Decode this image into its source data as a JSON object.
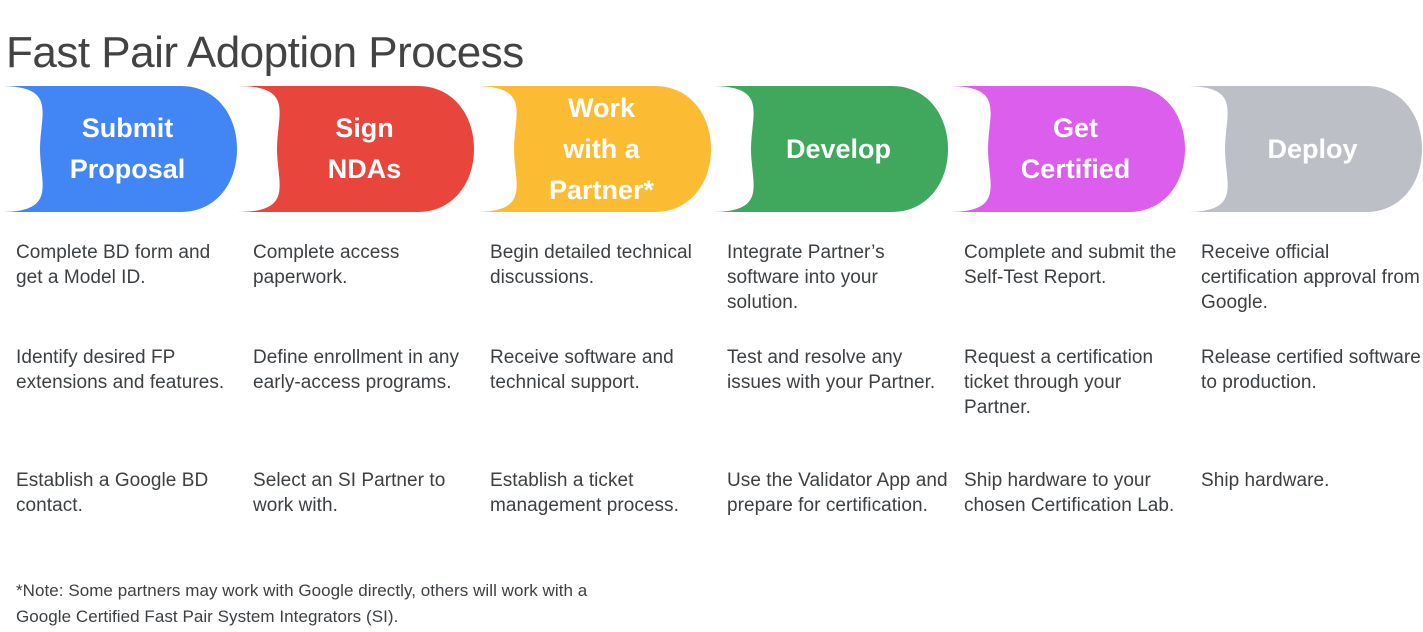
{
  "title": "Fast Pair Adoption Process",
  "colors": {
    "title_text": "#434343",
    "body_text": "#3c4043",
    "banner_text": "#ffffff",
    "stage_submit_proposal": "#4285F4",
    "stage_sign_ndas": "#E8453C",
    "stage_work_with_a_partner": "#FBBC34",
    "stage_develop": "#3FA85C",
    "stage_get_certified": "#DB5FEC",
    "stage_deploy": "#BCC0C6",
    "background": "#ffffff"
  },
  "stages": [
    {
      "label": "Submit\nProposal",
      "color": "#4285F4",
      "items": [
        "Complete BD form and get a Model ID.",
        "Identify desired FP extensions and features.",
        "Establish a Google BD contact."
      ]
    },
    {
      "label": "Sign\nNDAs",
      "color": "#E8453C",
      "items": [
        "Complete access paperwork.",
        "Define enrollment in any early-access programs.",
        "Select an SI Partner to work with."
      ]
    },
    {
      "label": "Work\nwith a\nPartner*",
      "color": "#FBBC34",
      "items": [
        "Begin detailed technical discussions.",
        "Receive software and technical support.",
        "Establish a ticket management process."
      ]
    },
    {
      "label": "Develop",
      "color": "#3FA85C",
      "items": [
        "Integrate Partner’s software into your solution.",
        "Test and resolve any issues with your Partner.",
        "Use the Validator App and prepare for certification."
      ]
    },
    {
      "label": "Get\nCertified",
      "color": "#DB5FEC",
      "items": [
        "Complete and submit the Self-Test Report.",
        "Request a certification ticket through your Partner.",
        "Ship hardware to your chosen Certification Lab."
      ]
    },
    {
      "label": "Deploy",
      "color": "#BCC0C6",
      "items": [
        "Receive official certification approval from Google.",
        "Release certified software to production.",
        "Ship hardware."
      ]
    }
  ],
  "footnote": "*Note: Some partners may work with Google directly, others will work with a\nGoogle Certified Fast Pair System Integrators (SI)."
}
